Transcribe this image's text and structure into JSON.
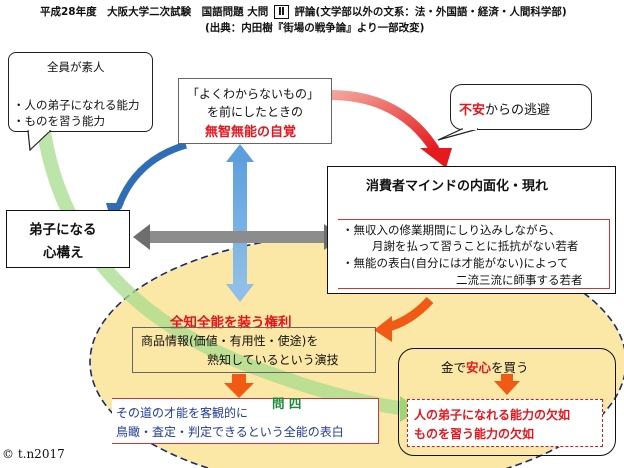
{
  "header": {
    "line1": "平成28年度　大阪大学二次試験　国語問題 大問",
    "roman": "Ⅱ",
    "line1b": "評論(文学部以外の文系：法・外国語・経済・人間科学部)",
    "line2": "(出典：内田樹『街場の戦争論』より一部改変)"
  },
  "callout_amateur": {
    "title": "全員が素人",
    "items": [
      "・人の弟子になれる能力",
      "・ものを習う能力"
    ]
  },
  "center_box": {
    "line1": "「よくわからないもの」",
    "line2": "を前にしたときの",
    "line3": "無智無能の自覚"
  },
  "escape_callout": {
    "red_part": "不安",
    "rest": "からの逃避"
  },
  "consumer_box": {
    "title": "消費者マインドの内面化・現れ",
    "lines": [
      "・無収入の修業期間にしり込みしながら、",
      "月謝を払って習うことに抵抗がない若者",
      "・無能の表白(自分には才能がない)によって",
      "二流三流に師事する若者"
    ]
  },
  "disciple_box": {
    "line1": "弟子になる",
    "line2": "心構え"
  },
  "omniscience": {
    "title": "全知全能を装う権利",
    "lines": [
      "商品情報(価値・有用性・使途)を",
      "熟知しているという演技"
    ],
    "result_lines": [
      "その道の才能を客観的に",
      "鳥瞰・査定・判定できるという全能の表白"
    ]
  },
  "question_label": "問 四",
  "money_box": {
    "pre": "金で",
    "red": "安心",
    "post": "を買う",
    "result_lines": [
      "人の弟子になれる能力の欠如",
      "ものを習う能力の欠如"
    ]
  },
  "copyright": "© t.n2017",
  "colors": {
    "accent_red": "#e8141b",
    "ellipse_fill": "#fbe7a6",
    "blue_arrow": "#2f6db5",
    "orange_arrow": "#f05a14",
    "green_arrow": "#a8dc8c"
  }
}
